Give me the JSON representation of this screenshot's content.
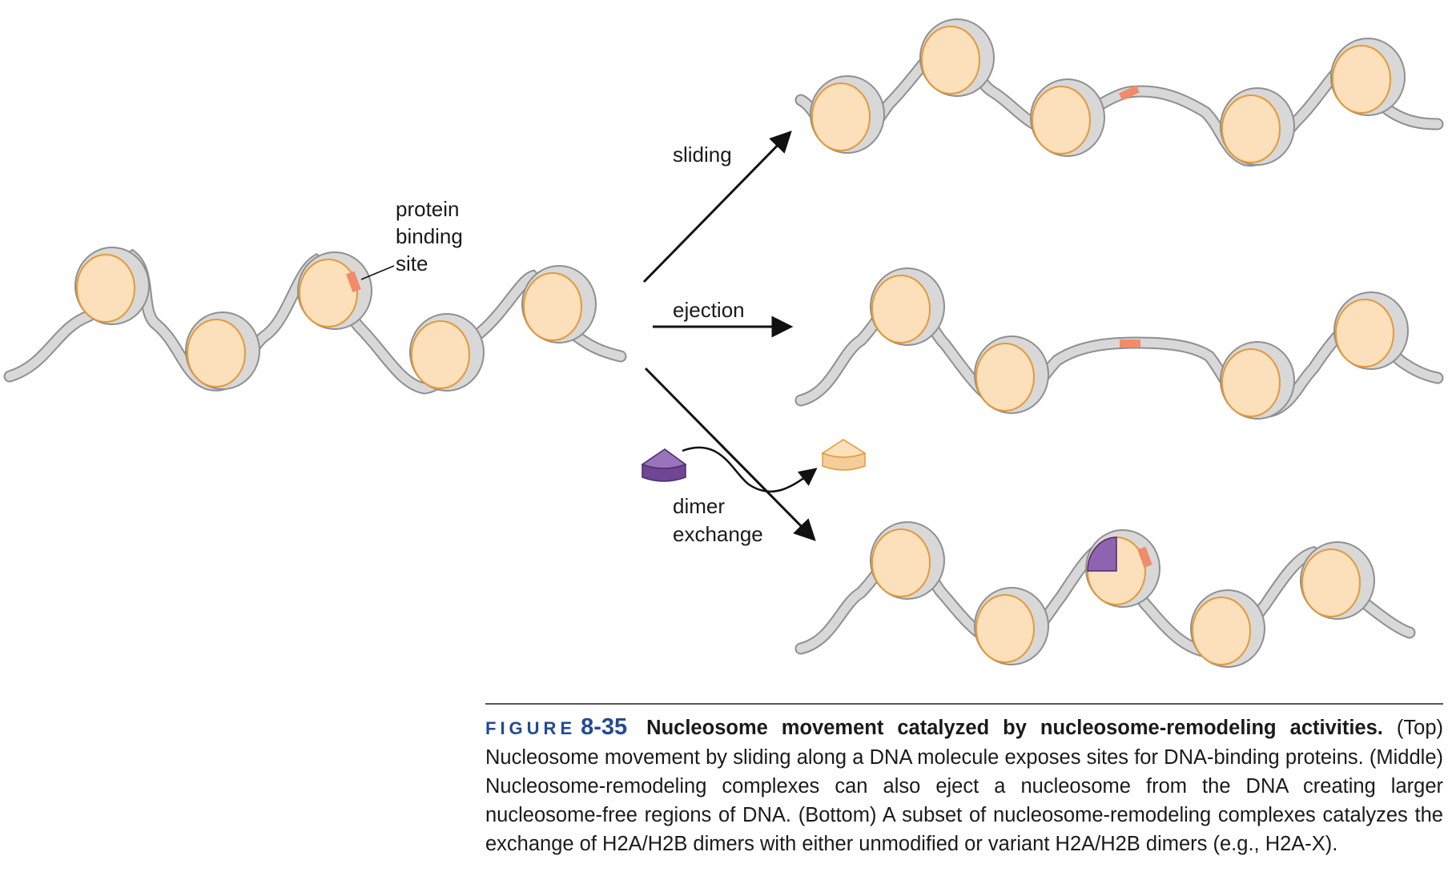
{
  "labels": {
    "protein_binding_site": [
      "protein",
      "binding",
      "site"
    ],
    "sliding": "sliding",
    "ejection": "ejection",
    "dimer_exchange": [
      "dimer",
      "exchange"
    ]
  },
  "caption": {
    "figure_word": "FIGURE",
    "figure_number": "8-35",
    "title": "Nucleosome movement catalyzed by nucleosome-remodeling activities.",
    "body": "(Top) Nucleosome movement by sliding along a DNA molecule exposes sites for DNA-binding proteins. (Middle) Nucleosome-remodeling complexes can also eject a nucleosome from the DNA creating larger nucleosome-free regions of DNA. (Bottom) A subset of nucleosome-remodeling complexes catalyzes the exchange of H2A/H2B dimers with either unmodified or variant H2A/H2B dimers (e.g., H2A-X)."
  },
  "colors": {
    "dna": "#d8d8d8",
    "dna_outline": "#8f8f8f",
    "histone_fill": "#fce0bb",
    "histone_outline": "#e39a3a",
    "binding_site": "#f08c6a",
    "variant_dimer": "#8e63b0",
    "arrow": "#111111",
    "figure_label": "#234a92"
  }
}
